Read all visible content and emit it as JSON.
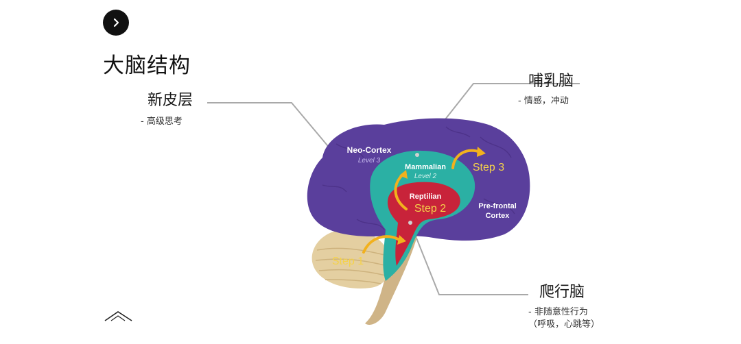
{
  "page": {
    "title": "大脑结构",
    "next_icon": "chevron-right-icon",
    "scroll_icon": "chevron-up-icon"
  },
  "callouts": {
    "neocortex": {
      "title": "新皮层",
      "desc": "- 高级思考"
    },
    "mammalian": {
      "title": "哺乳脑",
      "desc": "- 情感，冲动"
    },
    "reptilian": {
      "title": "爬行脑",
      "desc_line1": "- 非随意性行为",
      "desc_line2": "（呼吸，心跳等）"
    }
  },
  "brain_labels": {
    "neo_cortex": "Neo-Cortex",
    "neo_level": "Level 3",
    "mammalian": "Mammalian",
    "mammalian_level": "Level 2",
    "reptilian": "Reptilian",
    "prefrontal_1": "Pre-frontal",
    "prefrontal_2": "Cortex",
    "step1": "Step 1",
    "step2": "Step 2",
    "step3": "Step 3"
  },
  "colors": {
    "neocortex": "#5a3f9c",
    "mammalian": "#2bb0a4",
    "reptilian": "#c8233a",
    "cerebellum": "#e4cfa1",
    "brainstem": "#cfb487",
    "step_text": "#f5d24a",
    "arrow": "#f2b11d",
    "callout_line": "#a9a9a9"
  }
}
